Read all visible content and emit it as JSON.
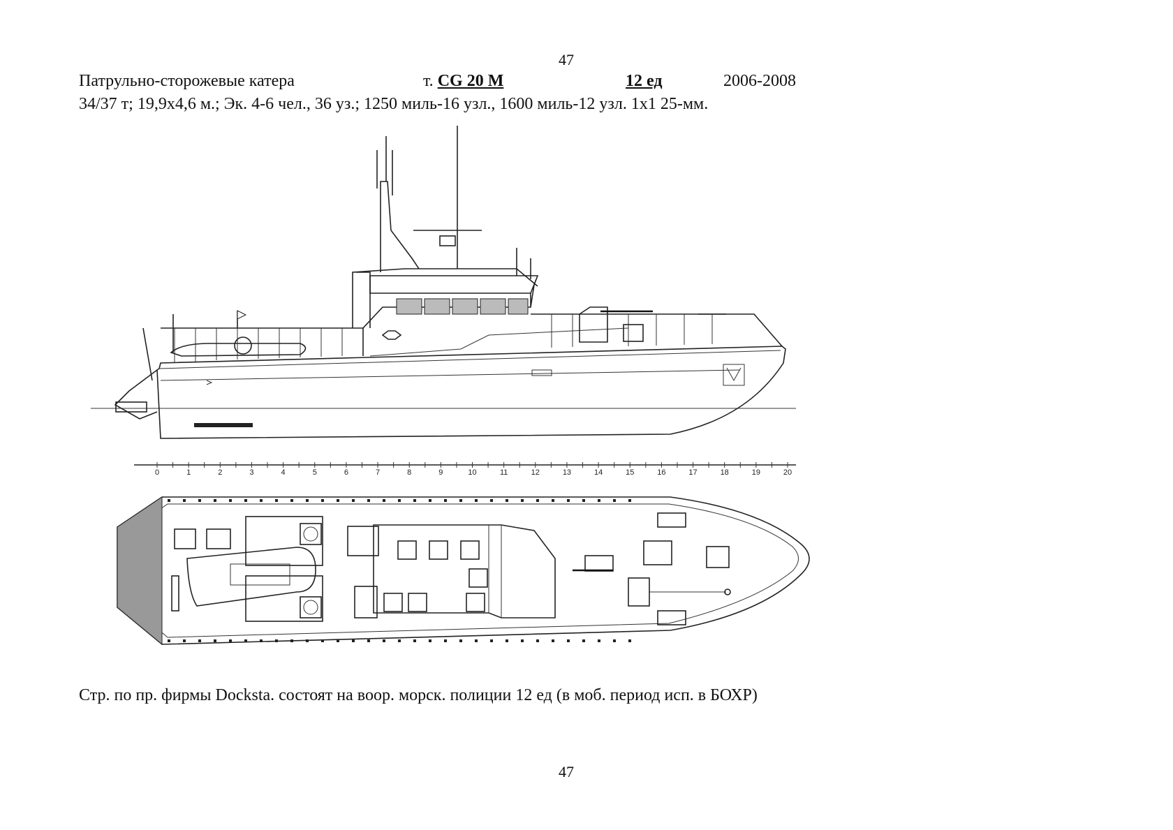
{
  "page_number_top": "47",
  "page_number_bottom": "47",
  "header": {
    "title": "Патрульно-сторожевые катера",
    "type_prefix": "т.",
    "type_name": "CG 20 M",
    "quantity": "12 ед",
    "years": "2006-2008"
  },
  "specs": "34/37 т; 19,9х4,6 м.; Эк. 4-6 чел., 36 уз.; 1250 миль-16 узл., 1600 миль-12 узл. 1х1 25-мм.",
  "caption": "Стр. по пр. фирмы Dockstа. состоят на воор. морск. полиции 12 ед (в моб. период исп. в БОХР)",
  "scale_labels": [
    "0",
    "1",
    "2",
    "3",
    "4",
    "5",
    "6",
    "7",
    "8",
    "9",
    "10",
    "11",
    "12",
    "13",
    "14",
    "15",
    "16",
    "17",
    "18",
    "19",
    "20"
  ]
}
